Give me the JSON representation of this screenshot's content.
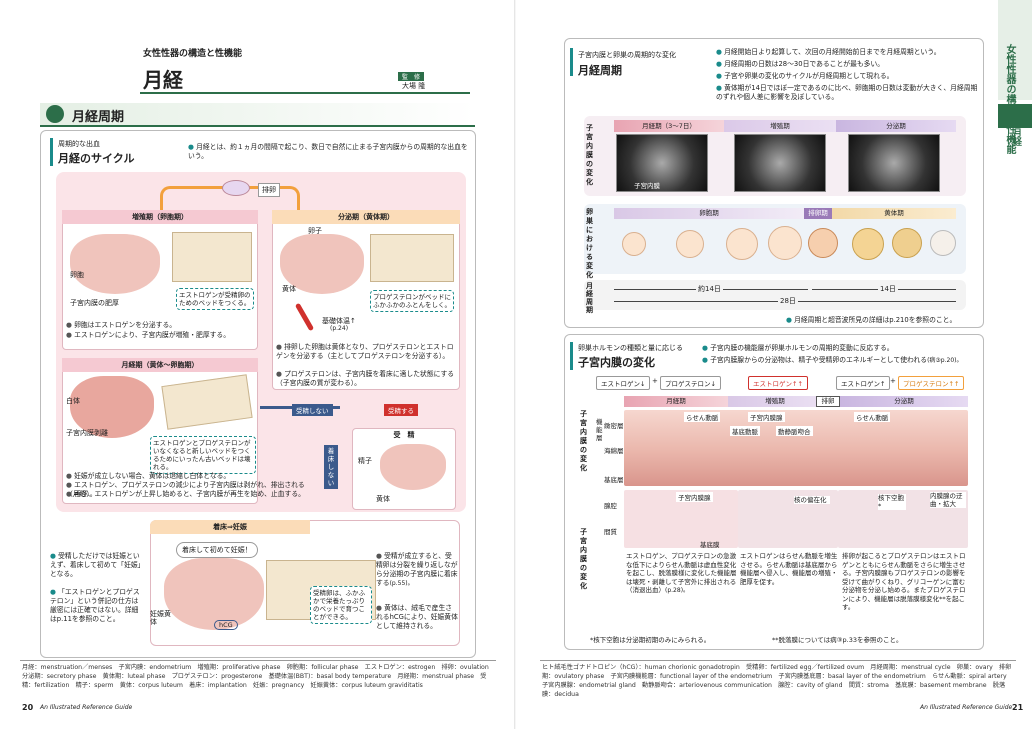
{
  "left": {
    "chapter": "女性性器の構造と性機能",
    "title": "月経",
    "supervisor_label": "監　修",
    "supervisor": "大場 隆",
    "section_title": "月経周期",
    "box_sub": "周期的な出血",
    "box_title": "月経のサイクル",
    "intro": "月経とは、約１ヵ月の間隔で起こり、数日で自然に止まる子宮内膜からの周期的な出血をいう。",
    "ovulation": "排卵",
    "prolif_phase": "増殖期（卵胞期）",
    "secretory_phase": "分泌期（黄体期）",
    "menstrual_phase": "月経期（黄体～卵胞期）",
    "fertilization": "受　精",
    "implant_preg": "着床⇒妊娠",
    "egg": "卵子",
    "follicle": "卵胞",
    "endo_thicken": "子宮内膜の肥厚",
    "estrogen_bubble": "エストロゲンが受精卵のためのベッドをつくる。",
    "prolif_b1": "卵胞はエストロゲンを分泌する。",
    "prolif_b2": "エストロゲンにより、子宮内膜が増殖・肥厚する。",
    "corpus_luteum": "黄体",
    "bbt": "基礎体温↑",
    "bbt_ref": "(p.24)",
    "prog_bubble": "プロゲステロンがベッドにふかふかのふとんをしく。",
    "sec_b1": "排卵した卵胞は黄体となり、プロゲステロンとエストロゲンを分泌する（主としてプロゲステロンを分泌する）。",
    "sec_b2": "プロゲステロンは、子宮内膜を着床に適した状態にする（子宮内膜の質が変わる）。",
    "albicans": "白体",
    "endo_shed": "子宮内膜剥離",
    "men_bubble": "エストロゲンとプロゲステロンがいなくなると新しいベッドをつくるためにいったん古いベッドは壊れる。",
    "men_b1": "妊娠が成立しない場合、黄体は退縮し白体となる。",
    "men_b2": "エストロゲン、プロゲステロンの減少により子宮内膜は剥がれ、排出される（月経）。",
    "men_b3": "再び、エストロゲンが上昇し始めると、子宮内膜が再生を始め、止血する。",
    "no_fert": "受精しない",
    "fert_yes": "受精する",
    "no_implant": "着床しない",
    "sperm": "精子",
    "corpus2": "黄体",
    "first_preg": "着床して初めて妊娠！",
    "fert_egg_bubble": "受精卵は、ふかふかで栄養たっぷりのベッドで育つことができる。",
    "corpus3": "妊娠黄体",
    "hcg": "hCG",
    "preg_b1": "受精が成立すると、受精卵は分裂を繰り返しながら分泌期の子宮内膜に着床する",
    "preg_b1_ref": "(p.55)。",
    "preg_b2": "黄体は、絨毛で産生されるhCGにより、妊娠黄体として維持される。",
    "side_note1": "受精しただけでは妊娠といえず、着床して初めて「妊娠」となる。",
    "side_note2": "「エストロゲンとプロゲステロン」という併記の仕方は厳密には正確ではない。詳細はp.11を参照のこと。",
    "footer": "月経：menstruation／menses　子宮内膜：endometrium　増殖期：proliferative phase　卵胞期：follicular phase　エストロゲン：estrogen　排卵：ovulation　分泌期：secretory phase　黄体期：luteal phase　プロゲステロン：progesterone　基礎体温(BBT)：basal body temperature　月経期：menstrual phase　受精：fertilization　精子：sperm　黄体：corpus luteum　着床：implantation　妊娠：pregnancy　妊娠黄体：corpus luteum graviditatis",
    "page_num": "20",
    "book": "An Illustrated Reference Guide"
  },
  "right": {
    "top_sub": "子宮内膜と卵巣の周期的な変化",
    "top_title": "月経周期",
    "top_b1": "月経開始日より起算して、次回の月経開始前日までを月経周期という。",
    "top_b2": "月経周期の日数は28～30日であることが最も多い。",
    "top_b3": "子宮や卵巣の変化のサイクルが月経周期として現れる。",
    "top_b4": "黄体期が14日でほぼ一定であるのに比べ、卵胞期の日数は変動が大きく、月経周期のずれや個人差に影響を及ぼしている。",
    "row1_label": "子宮内膜の変化",
    "row2_label": "卵巣における変化",
    "row3_label": "月経周期",
    "uterus_phases": [
      "月経期（3～7日）",
      "増殖期",
      "分泌期"
    ],
    "ovary_phases": [
      "卵胞期",
      "排卵期",
      "黄体期"
    ],
    "photo_caption": "子宮内膜",
    "day14a": "約14日",
    "day14b": "14日",
    "day28": "28日",
    "ultrasound_ref": "月経周期と超音波所見の詳細はp.210を参照のこと。",
    "hormone_sub": "卵巣ホルモンの種類と量に応じる",
    "hormone_title": "子宮内膜の変化",
    "hormone_b1": "子宮内膜の機能層が卵巣ホルモンの周期的変動に反応する。",
    "hormone_b2": "子宮内膜腺からの分泌物は、精子や受精卵のエネルギーとして使われる",
    "hormone_b2_ref": "(病③p.20)。",
    "h_tag1": "エストロゲン↓",
    "h_tag2": "プロゲステロン↓",
    "h_tag3": "エストロゲン↑↑",
    "h_tag4": "エストロゲン↑",
    "h_tag5": "プロゲステロン↑↑",
    "phase_men": "月経期",
    "phase_pro": "増殖期",
    "phase_ov": "排卵",
    "phase_sec": "分泌期",
    "layer_func": "機能層",
    "layer_compact": "緻密層",
    "layer_spongy": "海綿層",
    "layer_basal": "基底層",
    "endo_label": "子宮内膜の変化",
    "gland_label": "子宮内膜の変化",
    "spiral": "らせん動脈",
    "endo_gland": "子宮内膜腺",
    "basal_artery": "基底動脈",
    "av": "動静脈吻合",
    "stroma": "間質",
    "cavity": "腺腔",
    "basement": "基底膜",
    "nuclear": "核の偏在化",
    "subnuclear": "核下空胞*",
    "gland_tortuous": "内膜腺の迂曲・拡大",
    "col1": "エストロゲン、プロゲステロンの急激な低下によりらせん動脈は虚血性変化を起こし、脱落膜様に変化した機能層は壊死・剥離して子宮外に排出される（消退出血）",
    "col1_ref": "(p.28)。",
    "col2": "エストロゲンはらせん動脈を増生させる。らせん動脈は基底層から機能層へ侵入し、機能層の増殖・肥厚を促す。",
    "col3": "排卵が起こるとプロゲステロンはエストロゲンとともにらせん動脈をさらに増生させる。子宮内膜腺もプロゲステロンの影響を受けて曲がりくねり、グリコーゲンに富む分泌物を分泌し始める。またプロゲステロンにより、機能層は脱落膜様変化**を起こす。",
    "note_star": "*核下空胞は分泌期初期のみにみられる。",
    "note_star2": "**脱落膜については病③p.33を参照のこと。",
    "side_chapter": "女性性器の構造と性機能",
    "side_section": "月経",
    "footer": "ヒト絨毛性ゴナドトロピン（hCG）：human chorionic gonadotropin　受精卵：fertilized egg／fertilized ovum　月経周期：menstrual cycle　卵巣：ovary　排卵期：ovulatory phase　子宮内膜機能層：functional layer of the endometrium　子宮内膜基底層：basal layer of the endometrium　らせん動脈：spiral artery　子宮内膜腺：endometrial gland　動静脈吻合：arteriovenous communication　腺腔：cavity of gland　間質：stroma　基底膜：basement membrane　脱落膜：decidua",
    "page_num": "21",
    "book": "An Illustrated Reference Guide"
  },
  "colors": {
    "green": "#2c6e49",
    "pink_bg": "#fbe4e8",
    "orange": "#f2a03d",
    "teal": "#1a8b8b",
    "red": "#d0312d",
    "purple": "#8a6ab0",
    "navy": "#3b5a8c"
  }
}
